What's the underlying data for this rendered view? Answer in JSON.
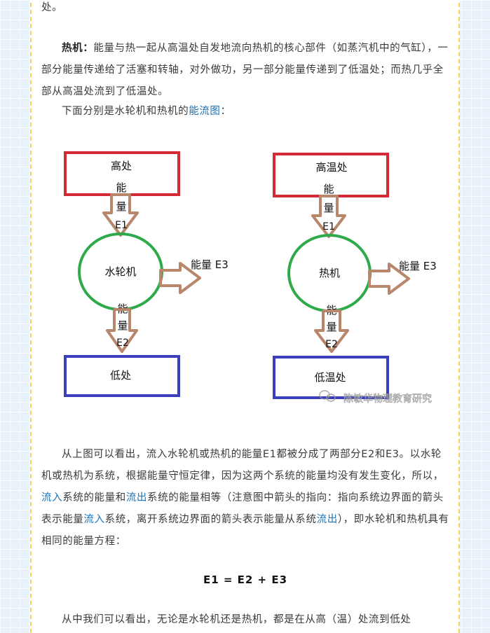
{
  "text": {
    "line_top": "处。",
    "heat_engine_term": "热机：",
    "heat_engine_desc": "能量与热一起从高温处自发地流向热机的核心部件（如蒸汽机中的气缸），一部分能量传递给了活塞和转轴，对外做功，另一部分能量传递到了低温处；而热几乎全部从高温处流到了低温处。",
    "intro_before": "下面分别是水轮机和热机的",
    "intro_kw": "能流图",
    "intro_after": "：",
    "para_p1": "从上图可以看出，流入水轮机或热机的能量E1都被分成了两部分E2和E3。以水轮机或热机为系统，根据能量守恒定律，因为这两个系统的能量均没有发生变化，所以，",
    "para_kw_inflow": "流入",
    "para_p2": "系统的能量和",
    "para_kw_outflow": "流出",
    "para_p3": "系统的能量相等（注意图中箭头的指向：指向系统边界面的箭头表示能量",
    "para_kw_inflow2": "流入",
    "para_p4": "系统，离开系统边界面的箭头表示能量从系统",
    "para_kw_outflow2": "流出",
    "para_p5": "），即水轮机和热机具有相同的能量方程：",
    "equation": "E1 = E2 + E3",
    "bottom_line": "从中我们可以看出，无论是水轮机还是热机，都是在从高（温）处流到低处"
  },
  "diagram_left": {
    "top_box": "高处",
    "center": "水轮机",
    "bottom_box": "低处",
    "in_label": [
      "能",
      "量",
      "E1"
    ],
    "out_label": [
      "能",
      "量",
      "E2"
    ],
    "side_label": "能量 E3"
  },
  "diagram_right": {
    "top_box": "高温处",
    "center": "热机",
    "bottom_box": "低温处",
    "in_label": [
      "能",
      "量",
      "E1"
    ],
    "out_label": [
      "能",
      "量",
      "E2"
    ],
    "side_label": "能量 E3"
  },
  "watermark": "陈敏华物理教育研究",
  "colors": {
    "top_box": "#d42a35",
    "bottom_box": "#3b3fbb",
    "circle": "#2eaa4a",
    "arrow": "#b8866a",
    "keyword": "#1e73b6",
    "border": "#f3d35c"
  }
}
